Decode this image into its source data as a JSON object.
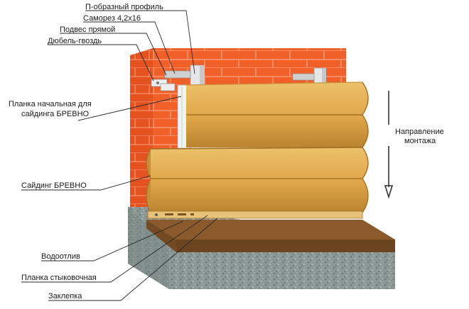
{
  "labels": {
    "p_profile": "П-образный профиль",
    "screw": "Саморез 4,2х16",
    "hanger": "Подвес прямой",
    "dowel": "Дюбель-гвоздь",
    "starter_line1": "Планка начальная для",
    "starter_line2": "сайдинга БРЕВНО",
    "siding": "Сайдинг БРЕВНО",
    "drip": "Водоотлив",
    "joint_strip": "Планка стыковочная",
    "rivet": "Заклепка",
    "direction_line1": "Направление",
    "direction_line2": "монтажа"
  },
  "colors": {
    "brick": "#f2602a",
    "brick_dark": "#d9471a",
    "mortar": "#f7a98a",
    "log": "#e0a84e",
    "log_dark": "#b07d2a",
    "log_shadow": "#c48b35",
    "stone": "#8f9a98",
    "drip": "#8a5a2c",
    "profile": "#e4e4e4"
  }
}
